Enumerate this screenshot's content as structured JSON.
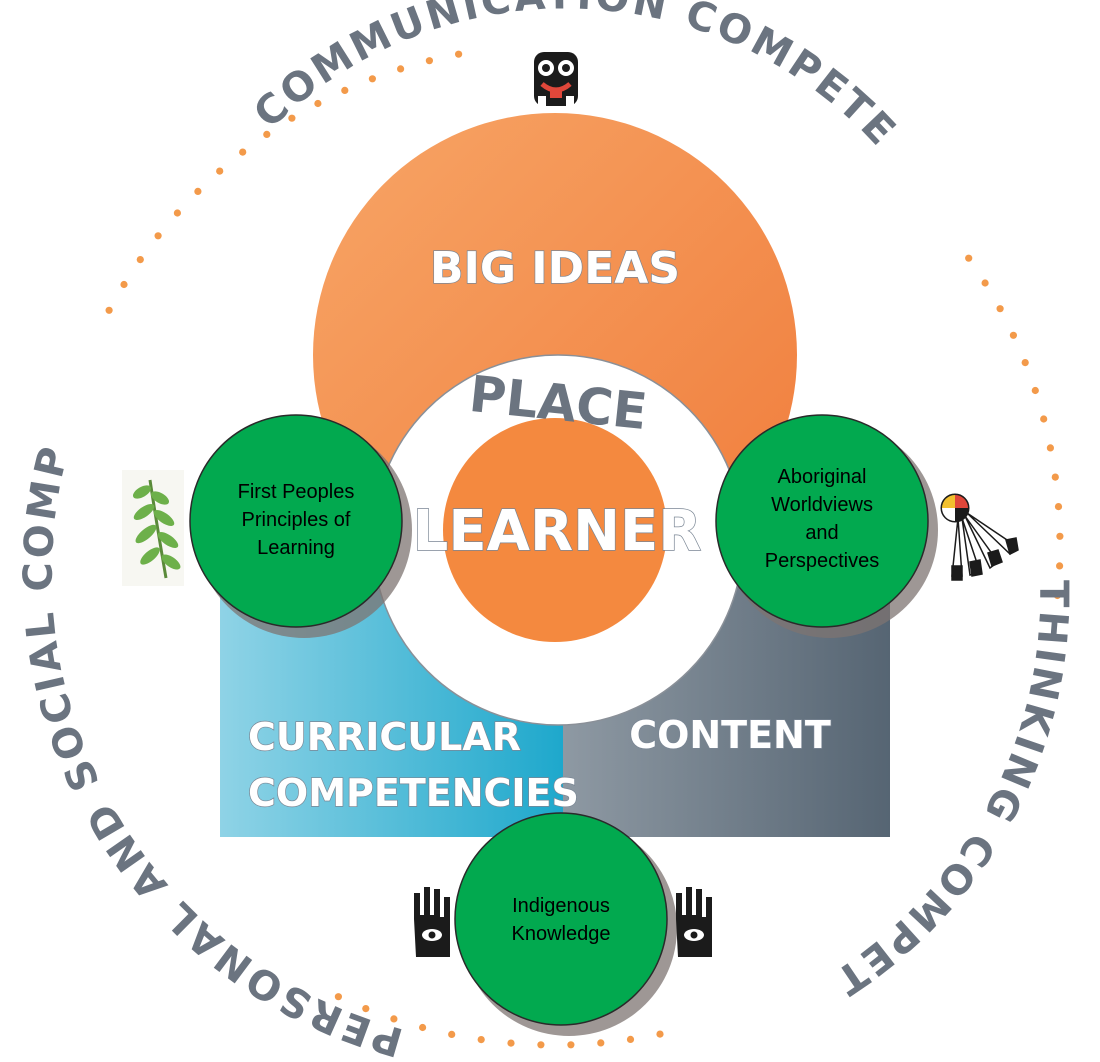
{
  "outer_ring": {
    "top": "COMMUNICATION COMPETENCY",
    "right": "THINKING COMPETENCY",
    "left": "PERSONAL AND SOCIAL COMPETENCY"
  },
  "sections": {
    "big_ideas": "BIG IDEAS",
    "place": "PLACE",
    "learner": "LEARNER",
    "curricular_line1": "CURRICULAR",
    "curricular_line2": "COMPETENCIES",
    "content": "CONTENT"
  },
  "green_circles": {
    "first_peoples": [
      "First Peoples",
      "Principles of",
      "Learning"
    ],
    "aboriginal": [
      "Aboriginal",
      "Worldviews",
      "and",
      "Perspectives"
    ],
    "indigenous": [
      "Indigenous",
      "Knowledge"
    ]
  },
  "icons": {
    "top": "frog-formline-icon",
    "left": "cedar-branch-icon",
    "right": "medicine-wheel-feathers-icon",
    "bottom": "hand-eye-icon"
  },
  "colors": {
    "orange": "#f4893f",
    "green": "#02a94f",
    "teal": "#22a9cc",
    "slate": "#5b6b79",
    "ring_text": "#6b7480",
    "dots": "#f39a4a"
  }
}
